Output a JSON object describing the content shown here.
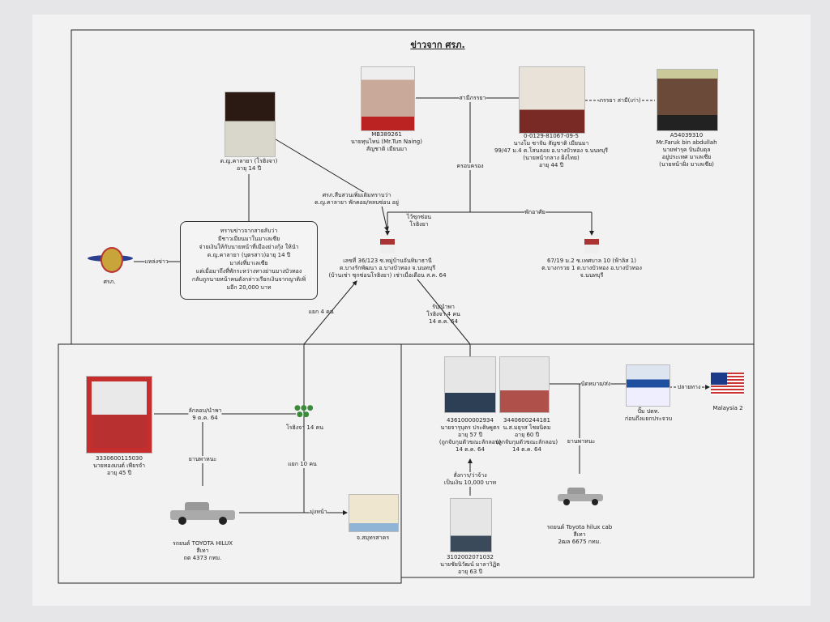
{
  "title": "ข่าวจาก ศรภ.",
  "top": {
    "girl": {
      "caption": "ด.ญ.คาลายา (โรฮิงจา)\nอายุ 14 ปี"
    },
    "tun_naing": {
      "caption": "MB389261\nนายทุนไหน่ (Mr.Tun Naing)\nสัญชาติ เมียนมา"
    },
    "wife": {
      "caption": "0-0129-81067-09-5\nนางโม ซาจัน สัญชาติ เมียนมา\n99/47 ม.4 ต.โสนลอย อ.บางบัวทอง จ.นนทบุรี\n(นายหน้ากลาง ฝั่งไทย)\nอายุ 44 ปี"
    },
    "faruk": {
      "caption": "A54039310\nMr.Faruk bin abdullah\nนายฟารุค บินอับดุล\nอยู่ประเทศ มาเลเซีย\n(นายหน้าฝั่ง มาเลเซีย)"
    },
    "label_spouse": "สามีภรรยา",
    "label_ex_spouse": "ภรรยา สามี(เก่า)",
    "label_possess": "ครอบครอง",
    "label_investigation": "ศรภ.สืบสวนเพิ่มเติมทราบว่า\nด.ญ.คาลายา พักคอย/หลบซ่อน อยู่",
    "note_box": "ทราบข่าวจากสายลับว่า\nมีชาวเมียนมาในมาเลเซีย\nจ่ายเงินให้กับนายหน้าที่เมืองย่างกุ้ง ให้นำ\nด.ญ.คาลายา (บุตรสาว)อายุ 14 ปี\nมาส่งที่มาเลเซีย\nแต่เมื่อมาถึงที่พักระหว่างทางย่านบางบัวทอง\nกลับถูกนายหน้าคนดังกล่าวเรียกเงินจากญาติเพิ่\nมอีก 20,000 บาท",
    "source_label": "แหล่งข่าว",
    "agency": "ศรภ.",
    "label_hide": "ไว้ซุกซ่อน\nโรฮิงยา",
    "label_reside": "พักอาศัย",
    "house1": "เลขที่ 36/123 ซ.หมู่บ้านจันทิมาธานี\nต.บางรักพัฒนา อ.บางบัวทอง จ.นนทบุรี\n(บ้านเช่า ซุกซ่อนโรฮิงยา) เช่าเมื่อเดือน ส.ค. 64",
    "house2": "67/19 ม.2 ซ.เทศบาล 10 (ฟ้าลิส 1)\nต.บางกรวย 1 ต.บางบัวทอง อ.บางบัวทอง\nจ.นนทบุรี",
    "label_split4": "แยก 4 คน",
    "label_pickup": "รับ/นำพา\nโรฮิงจา 4 คน\n14 ต.ค. 64"
  },
  "bottom_left": {
    "suspect": "3330600115030\nนายทองมนต์ เพียรจำ\nอายุ 45 ปี",
    "label_smuggle": "ลักลอบ/นำพา\n9 ต.ค. 64",
    "group": "โรฮิงจา 14 คน",
    "label_vehicle": "ยานพาหนะ",
    "label_split10": "แยก 10 คน",
    "label_heading": "มุ่งหน้า",
    "truck": "รถยนต์ TOYOTA  HILUX\nสีเทา\nถต 4373 กทม.",
    "destination": "จ.สมุทรสาคร"
  },
  "bottom_right": {
    "suspect1": "4361000002934\nนายจารุบุตร ประดิษฐูตร\nอายุ 57 ปี\n(ถูกจับกุมตัวขณะลักลอบ)\n14 ต.ค. 64",
    "suspect2": "3440600244181\nน.ส.มยุรส ไชยนิคม\nอายุ 60 ปี\n(ถูกจับกุมตัวขณะลักลอบ)\n14 ต.ค. 64",
    "label_appoint": "นัดหมาย/ส่ง",
    "ptt": "ปั๊ม ปตท.\nก่อนถึงแยกประจวบ",
    "label_destination": "ปลายทาง",
    "malaysia": "Malaysia 2",
    "label_vehicle": "ยานพาหนะ",
    "truck": "รถยนต์ Toyota hilux cab\nสีเทา\n2ฒล 6675 กทม.",
    "label_hire": "สั่งการ/ว่าจ้าง\nเป็นเงิน 10,000 บาท",
    "suspect3": "3102002071032\nนายชัยนิวัฒน์ มาลาวิฏิต\nอายุ 63 ปี"
  }
}
